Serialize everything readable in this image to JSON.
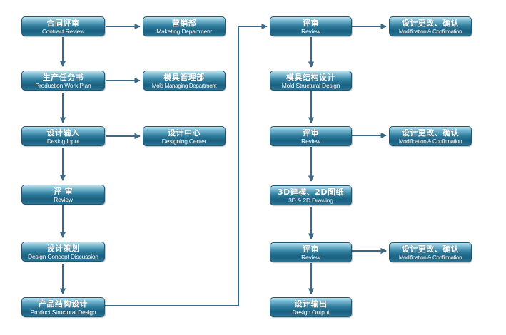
{
  "nodes": {
    "contract_review": {
      "zh": "合同评审",
      "en": "Contract Review"
    },
    "marketing_dept": {
      "zh": "营销部",
      "en": "Maketing Department"
    },
    "production_plan": {
      "zh": "生产任务书",
      "en": "Production Work Plan"
    },
    "mold_mgmt_dept": {
      "zh": "模具管理部",
      "en": "Mold Managing Department"
    },
    "design_input": {
      "zh": "设计输入",
      "en": "Desing Input"
    },
    "design_center": {
      "zh": "设计中心",
      "en": "Designing Center"
    },
    "review_left": {
      "zh": "评 审",
      "en": "Review"
    },
    "design_concept": {
      "zh": "设计策划",
      "en": "Design Concept Discussion"
    },
    "product_structural": {
      "zh": "产品结构设计",
      "en": "Product Structural Design"
    },
    "review_1": {
      "zh": "评审",
      "en": "Review"
    },
    "modification_1": {
      "zh": "设计更改、确认",
      "en": "Modification & Confirmation"
    },
    "mold_structural": {
      "zh": "模具结构设计",
      "en": "Mold Structural Design"
    },
    "review_2": {
      "zh": "评审",
      "en": "Review"
    },
    "modification_2": {
      "zh": "设计更改、确认",
      "en": "Modification & Confirmation"
    },
    "drawing_3d2d": {
      "zh": "3D建模、2D图纸",
      "en": "3D & 2D Drawing"
    },
    "review_3": {
      "zh": "评审",
      "en": "Review"
    },
    "modification_3": {
      "zh": "设计更改、确认",
      "en": "Modification & Confirmation"
    },
    "design_output": {
      "zh": "设计输出",
      "en": "Design Output"
    }
  },
  "colors": {
    "box_dark": "#1a5f7f",
    "box_light": "#b9e2ef",
    "arrow": "#3d6a86"
  }
}
